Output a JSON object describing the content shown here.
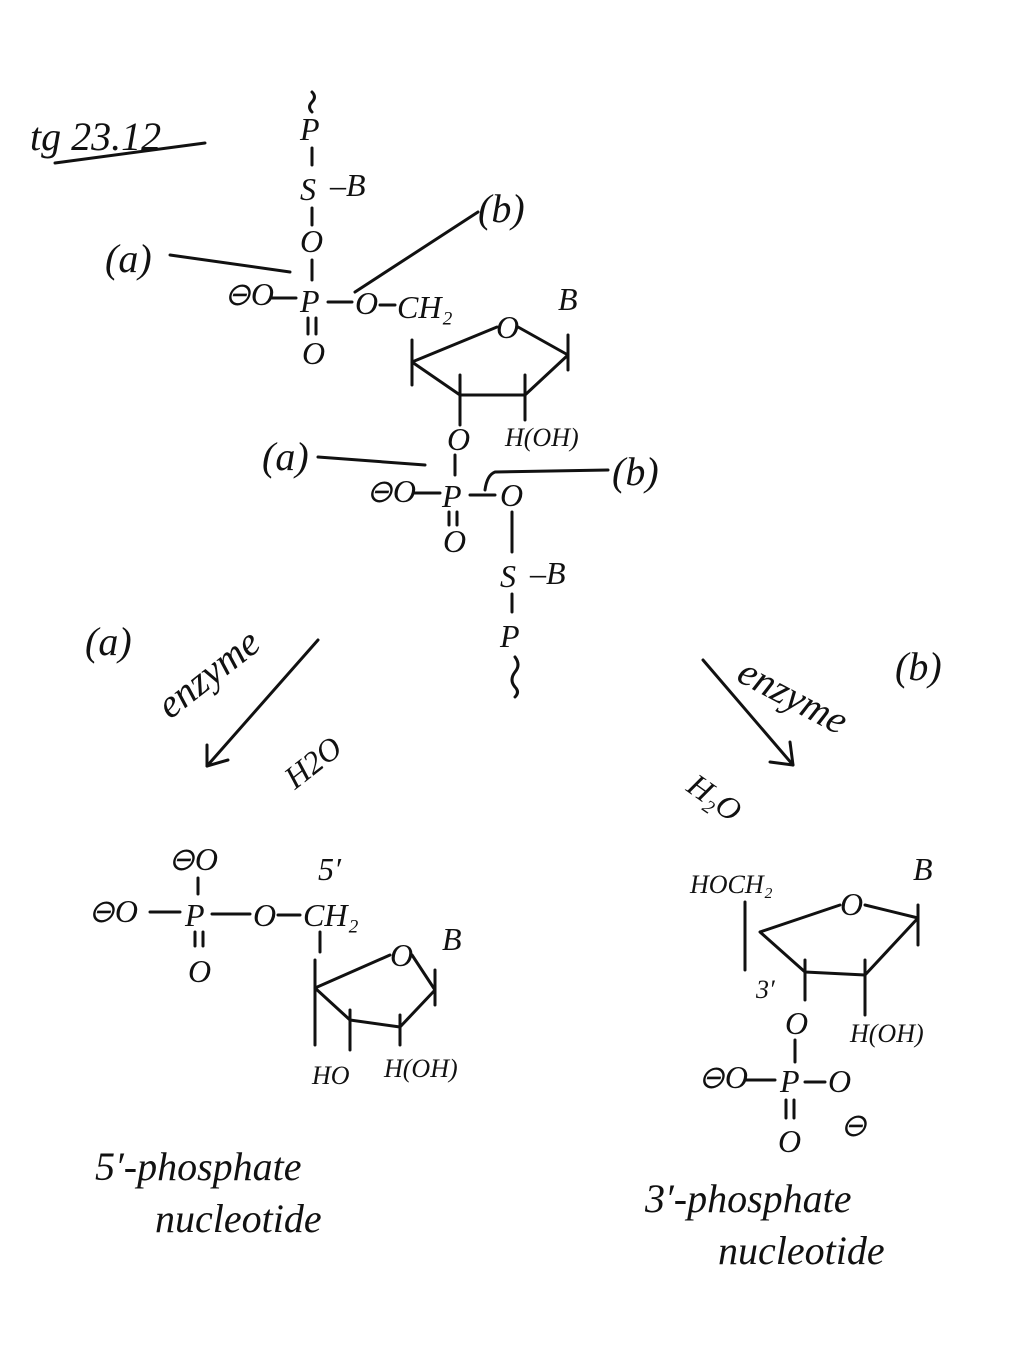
{
  "title": "tg 23.12",
  "atoms": {
    "P": "P",
    "S": "S",
    "B": "B",
    "O": "O",
    "minus_O": "⊖O",
    "minus": "⊖",
    "CH2": "CH₂",
    "HOH": "H(OH)",
    "HO": "HO",
    "HOCH2": "HOCH₂",
    "dash_B": "–B",
    "five_prime": "5′",
    "three_prime": "3′"
  },
  "labels": {
    "a": "(a)",
    "b": "(b)"
  },
  "reactions": {
    "left": {
      "label": "(a)",
      "enzyme": "enzyme",
      "water": "H2O"
    },
    "right": {
      "label": "(b)",
      "enzyme": "enzyme",
      "water": "H₂O"
    }
  },
  "products": {
    "left": {
      "line1": "5′-phosphate",
      "line2": "nucleotide"
    },
    "right": {
      "line1": "3′-phosphate",
      "line2": "nucleotide"
    }
  }
}
